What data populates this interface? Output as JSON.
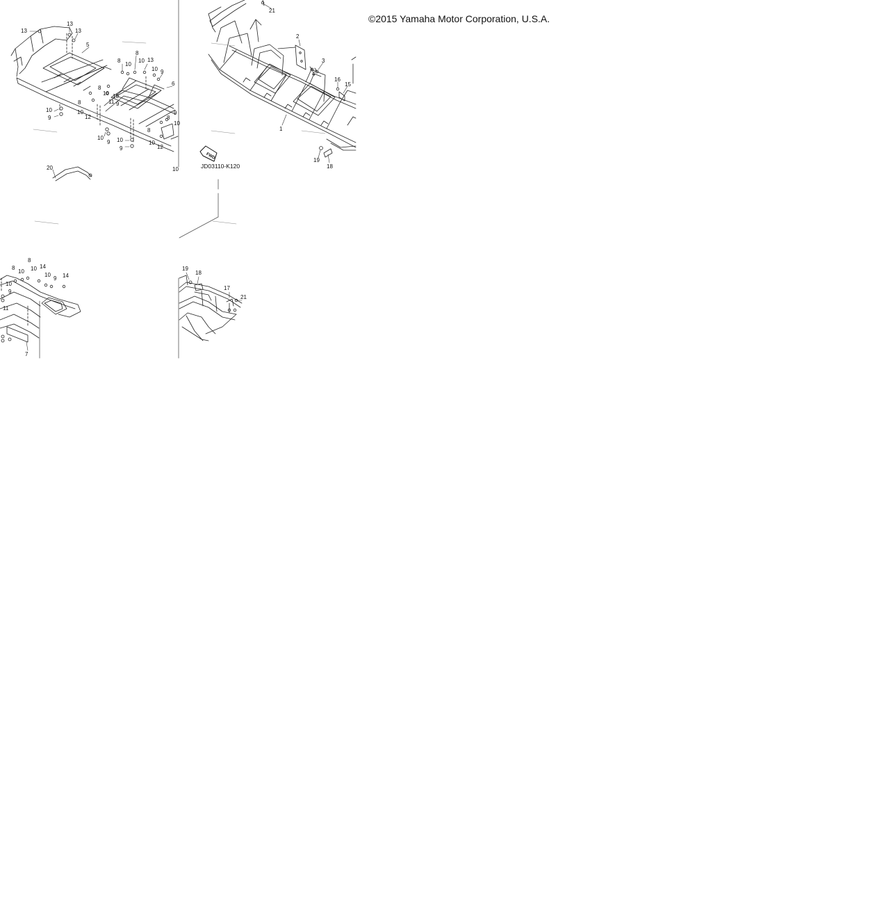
{
  "copyright": "©2015 Yamaha Motor Corporation, U.S.A.",
  "diagram_code": "JD03110-K120",
  "fwd_label": "FWD",
  "callouts": {
    "c21a": "21",
    "c2": "2",
    "c4": "4",
    "c3": "3",
    "c16": "16",
    "c15": "15",
    "c1": "1",
    "c19a": "19",
    "c18a": "18",
    "c13a": "13",
    "c13b": "13",
    "c13c": "13",
    "c13d": "13",
    "c5": "5",
    "c8a": "8",
    "c8b": "8",
    "c10a": "10",
    "c10b": "10",
    "c10c": "10",
    "c9a": "9",
    "c6": "6",
    "c10d": "10",
    "c9b": "9",
    "c11a": "11",
    "c8c": "8",
    "c10e": "10",
    "c8d": "8",
    "c10f": "10",
    "c12a": "12",
    "c10g": "10",
    "c9c": "9",
    "c10h": "10",
    "c9d": "9",
    "c10i": "10",
    "c9e": "9",
    "c10j": "10",
    "c9f": "9",
    "c8e": "8",
    "c10k": "10",
    "c12b": "12",
    "c10l": "10",
    "c20": "20",
    "c8f": "8",
    "c8g": "8",
    "c10m": "10",
    "c14a": "14",
    "c10n": "10",
    "c9g": "9",
    "c14b": "14",
    "c10o": "10",
    "c11b": "11",
    "c7": "7",
    "c9h": "9",
    "c19b": "19",
    "c18b": "18",
    "c17": "17",
    "c21b": "21"
  }
}
